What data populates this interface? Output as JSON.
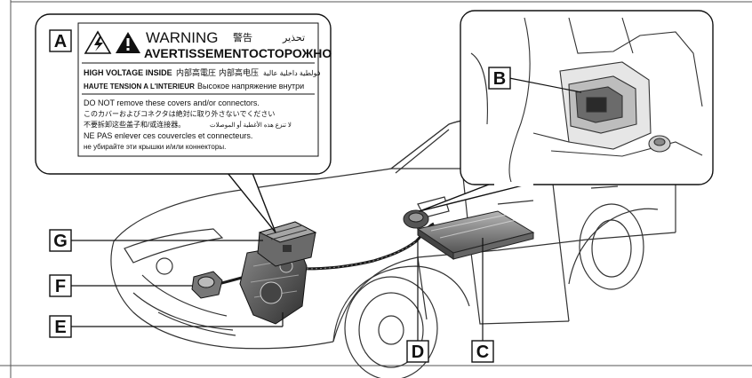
{
  "labels": {
    "a": "A",
    "b": "B",
    "c": "C",
    "d": "D",
    "e": "E",
    "f": "F",
    "g": "G"
  },
  "warning_label": {
    "title_en": "WARNING",
    "title_zh": "警告",
    "title_ar": "تحذير",
    "title_fr": "AVERTISSEMENT",
    "title_ru": "ОСТОРОЖНО",
    "hv_en": "HIGH VOLTAGE INSIDE",
    "hv_zh_1": "内部高電圧",
    "hv_zh_2": "内部高电压",
    "hv_ar": "فولطية داخلية عالية",
    "hv_fr": "HAUTE TENSION A L'INTERIEUR",
    "hv_ru": "Высокое напряжение внутри",
    "line_en": "DO NOT remove these covers and/or connectors.",
    "line_ja": "このカバーおよびコネクタは絶対に取り外さないでください",
    "line_zh": "不要拆卸这些盖子和/或连接器。",
    "line_ar": "لا تنزع هذه الأغطية أو الموصلات",
    "line_fr": "NE PAS enlever ces couvercles et connecteurs.",
    "line_ru": "не убирайте эти крышки и/или коннекторы."
  }
}
